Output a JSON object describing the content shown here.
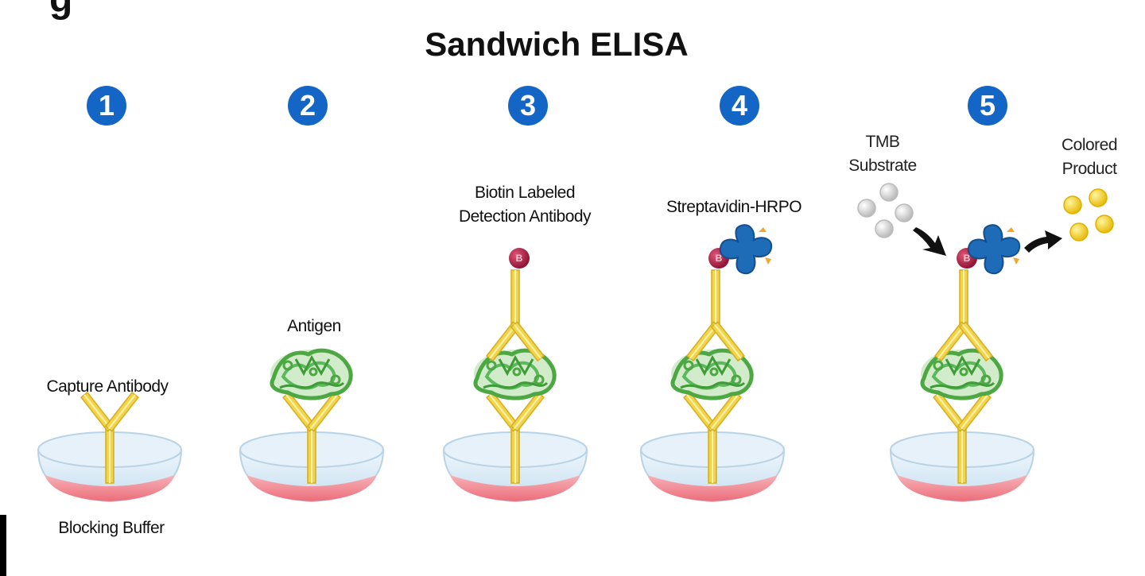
{
  "corner_text": "g",
  "title": "Sandwich ELISA",
  "colors": {
    "step_badge": "#1466c6",
    "antibody": "#f2d34a",
    "antigen": "#5cb85c",
    "biotin": "#a3143b",
    "streptavidin_hrpo": "#1e6bb8",
    "hrpo_tips": "#f0a830",
    "tmb": "#cfcfcf",
    "colored_product": "#f5c518",
    "well_top": "#d7e8f5",
    "well_bottom": "#f07a85"
  },
  "steps": [
    {
      "number": "1",
      "labels": [
        "Capture Antibody",
        "Blocking Buffer"
      ]
    },
    {
      "number": "2",
      "labels": [
        "Antigen"
      ]
    },
    {
      "number": "3",
      "labels": [
        "Biotin Labeled",
        "Detection Antibody"
      ]
    },
    {
      "number": "4",
      "labels": [
        "Streptavidin-HRPO"
      ]
    },
    {
      "number": "5",
      "labels": [
        "TMB",
        "Substrate",
        "Colored",
        "Product"
      ]
    }
  ],
  "biotin_letter": "B"
}
